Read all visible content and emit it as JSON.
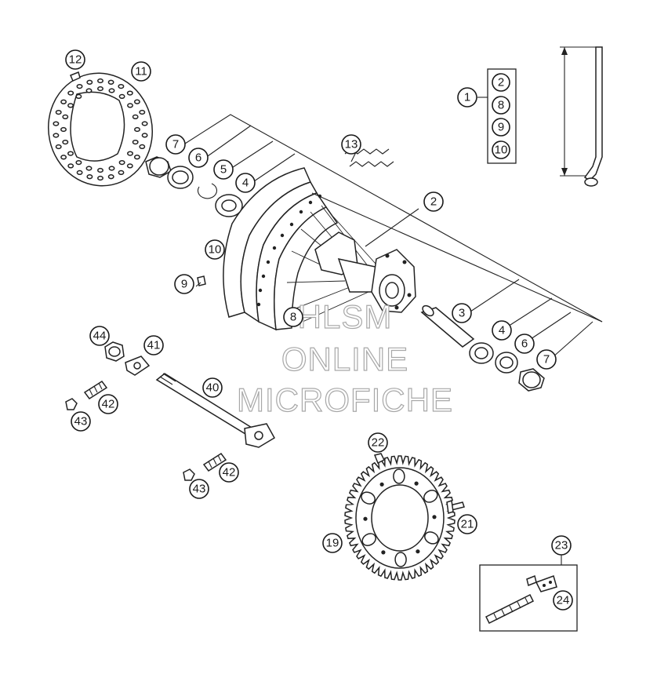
{
  "watermark": {
    "line1": "HLSM",
    "line2": "ONLINE",
    "line3": "MICROFICHE"
  },
  "callouts": {
    "c1": "1",
    "c2": "2",
    "c2b": "2",
    "c3": "3",
    "c4a": "4",
    "c4b": "4",
    "c5": "5",
    "c6a": "6",
    "c6b": "6",
    "c7a": "7",
    "c7b": "7",
    "c8": "8",
    "c8b": "8",
    "c9": "9",
    "c9b": "9",
    "c10": "10",
    "c10b": "10",
    "c11": "11",
    "c12": "12",
    "c13": "13",
    "c19": "19",
    "c21": "21",
    "c22": "22",
    "c23": "23",
    "c24": "24",
    "c40": "40",
    "c41": "41",
    "c42a": "42",
    "c42b": "42",
    "c43a": "43",
    "c43b": "43",
    "c44": "44"
  }
}
